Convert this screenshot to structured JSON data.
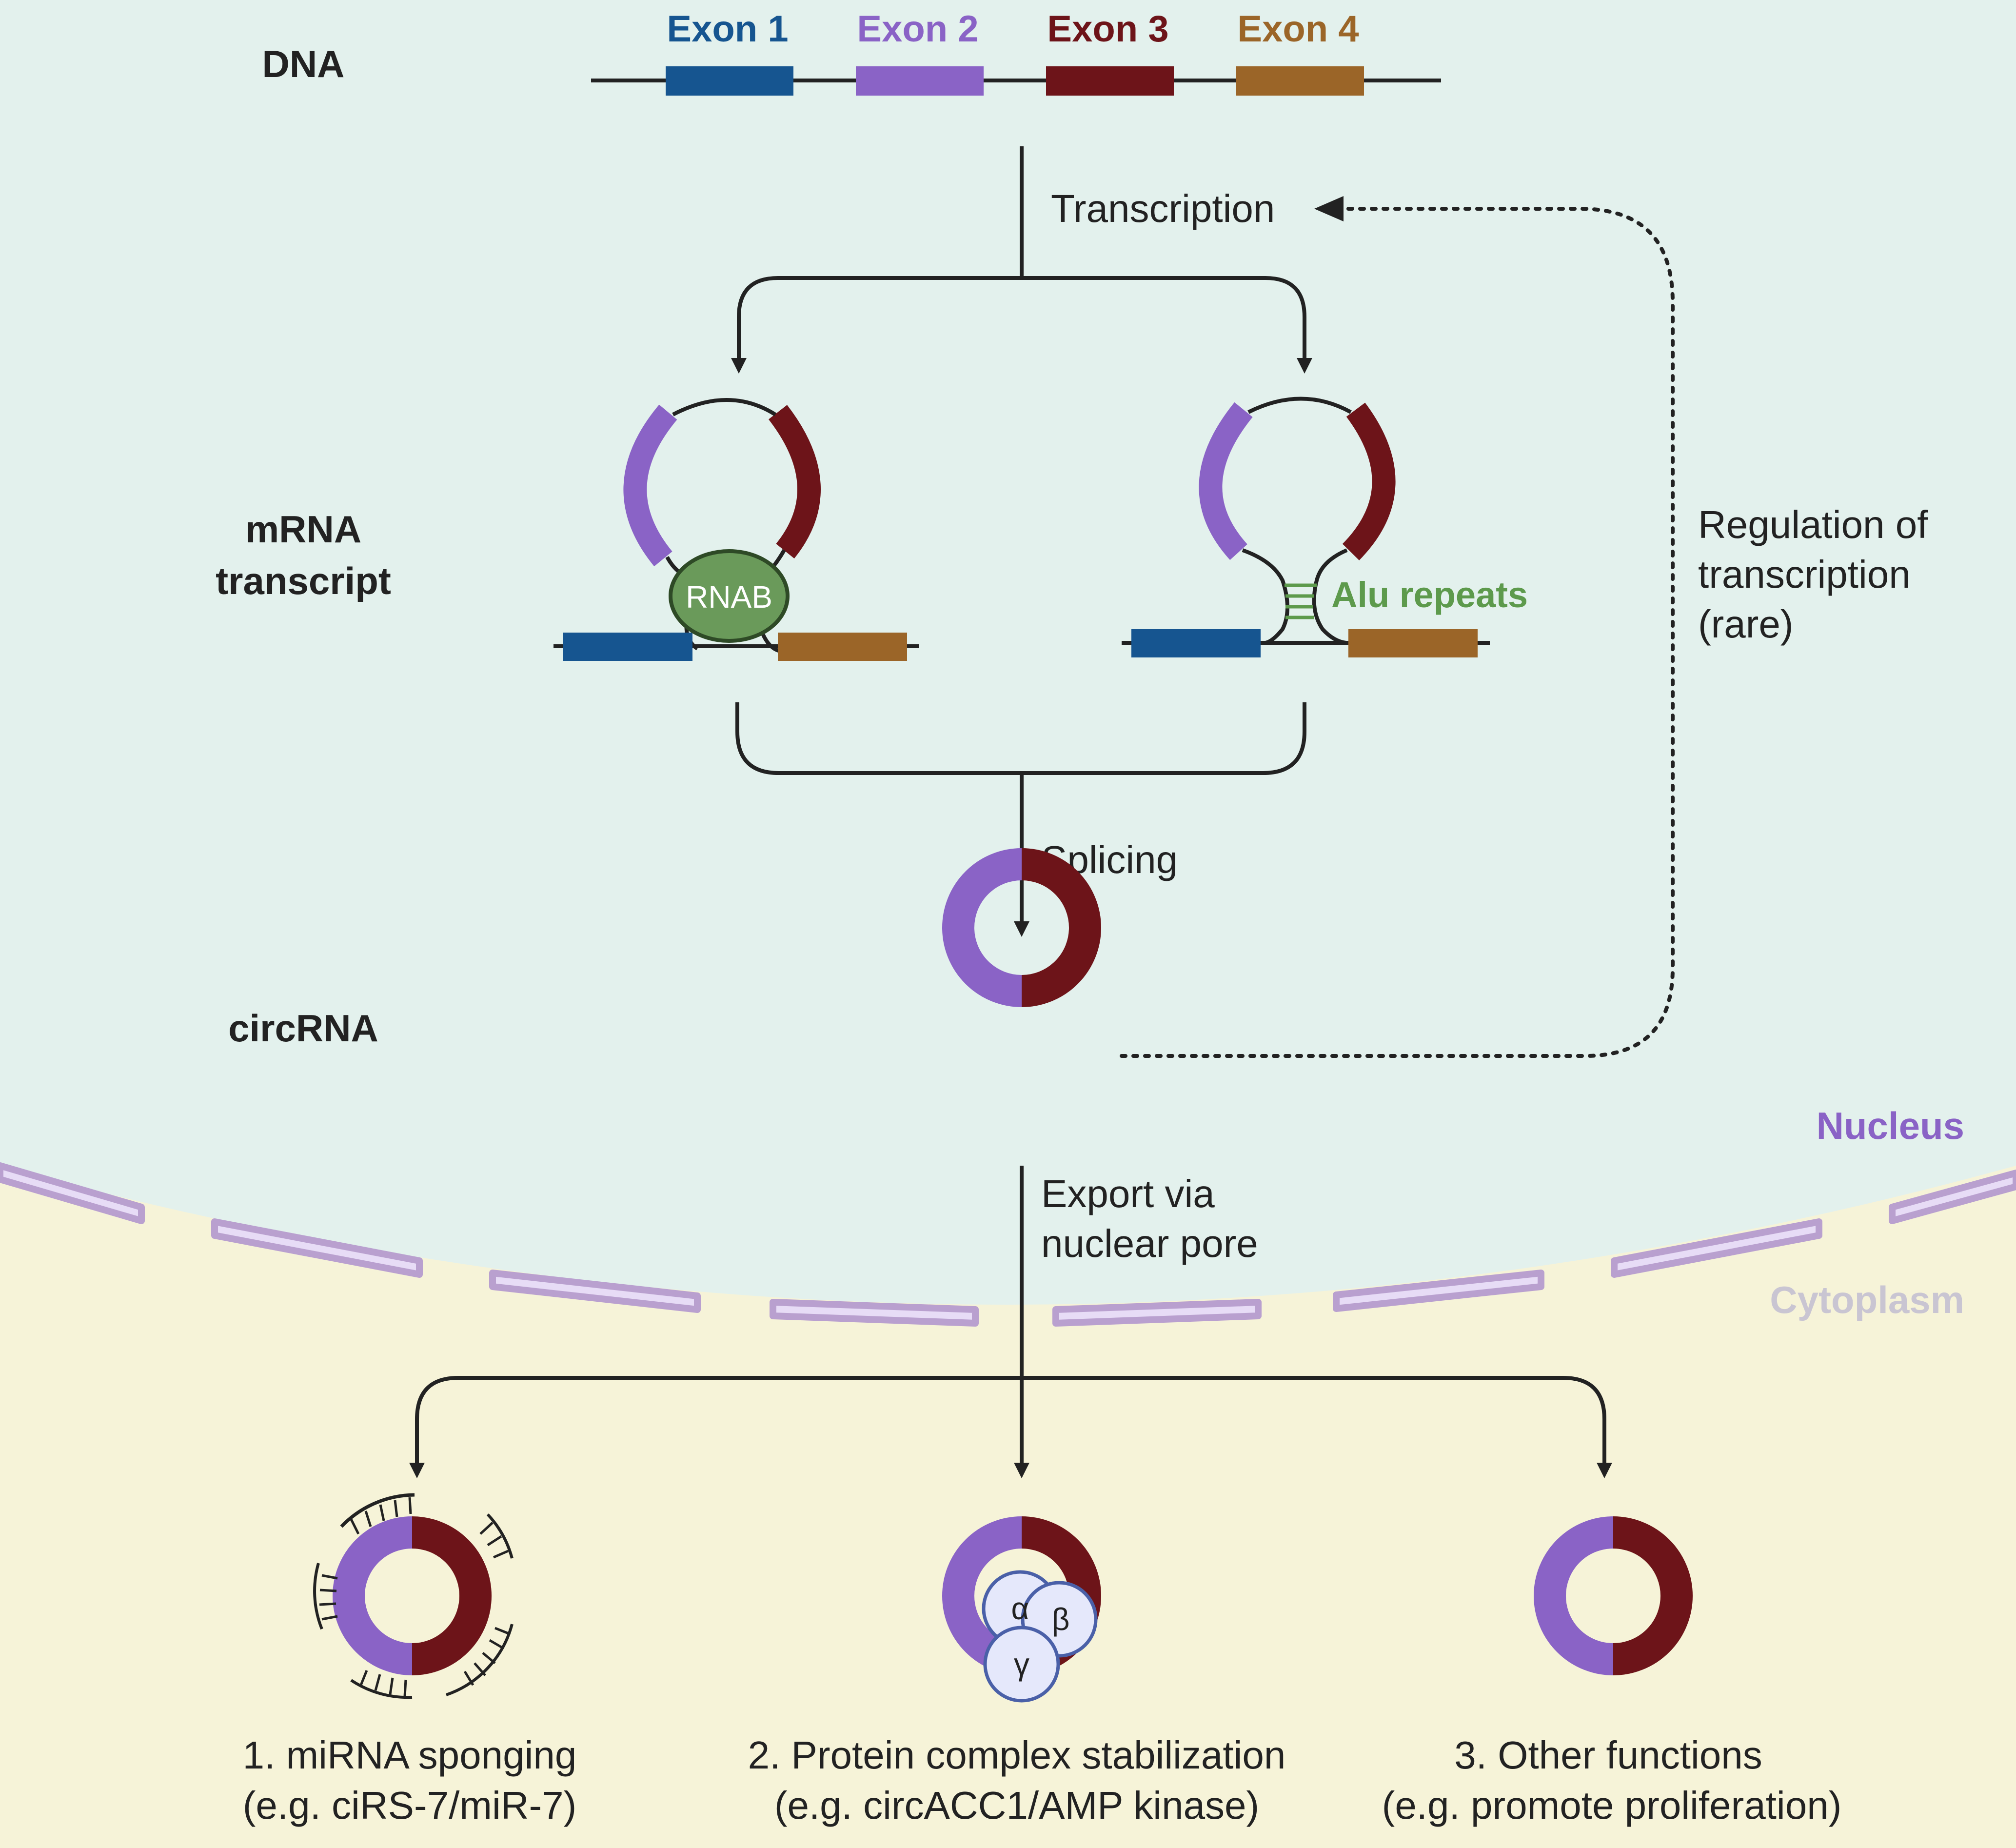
{
  "colors": {
    "nucleus_bg": "#e3f1ed",
    "cytoplasm_bg": "#f6f3d8",
    "exon1": "#165590",
    "exon2": "#8a63c6",
    "exon3": "#6d1419",
    "exon4": "#9b6528",
    "rnab": "#6a9a5a",
    "alu": "#5d9a4c",
    "nucleus_label": "#8a63c6",
    "cytoplasm_label": "#c9c5d2",
    "pore": "#b9a0cf",
    "pore_fill": "#e7dcf6",
    "protein": "#e5e8fb",
    "protein_stroke": "#4a60a8"
  },
  "rows": {
    "dna": "DNA",
    "mrna_line1": "mRNA",
    "mrna_line2": "transcript",
    "circrna": "circRNA"
  },
  "exons": {
    "exon1": "Exon 1",
    "exon2": "Exon 2",
    "exon3": "Exon 3",
    "exon4": "Exon 4"
  },
  "steps": {
    "transcription": "Transcription",
    "splicing": "Splicing",
    "export_line1": "Export via",
    "export_line2": "nuclear pore",
    "regulation_line1": "Regulation of",
    "regulation_line2": "transcription",
    "regulation_line3": "(rare)"
  },
  "mechanisms": {
    "rnab": "RNAB",
    "alu": "Alu repeats"
  },
  "compartments": {
    "nucleus": "Nucleus",
    "cytoplasm": "Cytoplasm"
  },
  "proteins": {
    "alpha": "α",
    "beta": "β",
    "gamma": "γ"
  },
  "functions": {
    "f1_line1": "1. miRNA sponging",
    "f1_line2": "(e.g. ciRS-7/miR-7)",
    "f2_line1": "2. Protein complex  stabilization",
    "f2_line2": "(e.g. circACC1/AMP kinase)",
    "f3_line1": "3. Other functions",
    "f3_line2": "(e.g. promote proliferation)"
  }
}
